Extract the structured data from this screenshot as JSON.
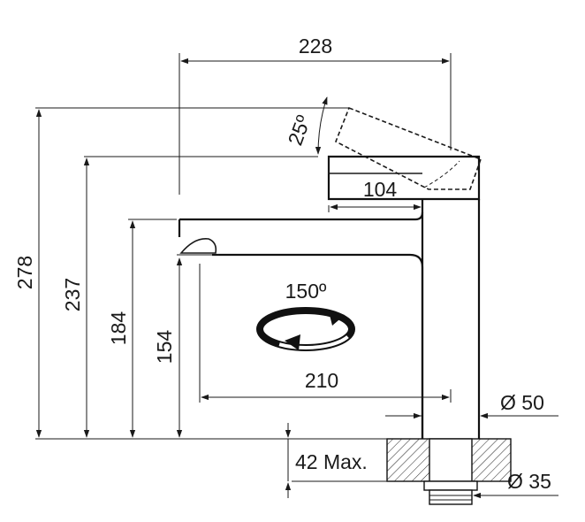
{
  "dimensions": {
    "top_width": "228",
    "angle": "25º",
    "spout_length": "104",
    "total_height": "278",
    "spout_top_height": "237",
    "spout_bottom_height": "184",
    "outlet_height": "154",
    "reach": "210",
    "rotation": "150º",
    "body_diameter": "Ø 50",
    "deck_thickness": "42 Max.",
    "thread_diameter": "Ø 35"
  }
}
